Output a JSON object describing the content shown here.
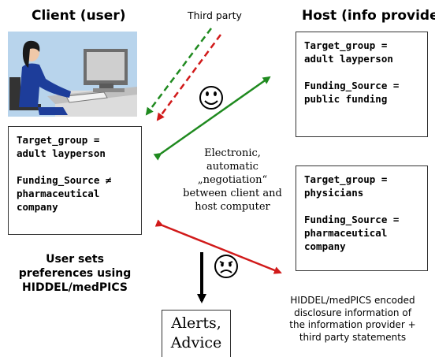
{
  "headings": {
    "client": "Client (user)",
    "third_party": "Third party",
    "host": "Host (info provider)"
  },
  "client_box": {
    "line1": "Target_group =\nadult layperson",
    "line2": "Funding_Source ≠\npharmaceutical\ncompany"
  },
  "host_box_1": {
    "line1": "Target_group =\nadult layperson",
    "line2": "Funding_Source =\npublic funding"
  },
  "host_box_2": {
    "line1": "Target_group =\nphysicians",
    "line2": "Funding_Source =\npharmaceutical\ncompany"
  },
  "negotiation_text": "Electronic,\nautomatic\n„negotiation“\nbetween client and\nhost computer",
  "user_text": "User sets\npreferences using\nHIDDEL/medPICS",
  "host_caption": "HIDDEL/medPICS encoded\ndisclosure information of\nthe information provider +\nthird party statements",
  "alerts_text": "Alerts,\nAdvice",
  "colors": {
    "green": "#1f8a1f",
    "red": "#d11a1a",
    "black": "#000000"
  },
  "icons": {
    "happy": "smiley-happy-icon",
    "sad": "smiley-sad-icon",
    "user": "computer-user-illustration"
  }
}
